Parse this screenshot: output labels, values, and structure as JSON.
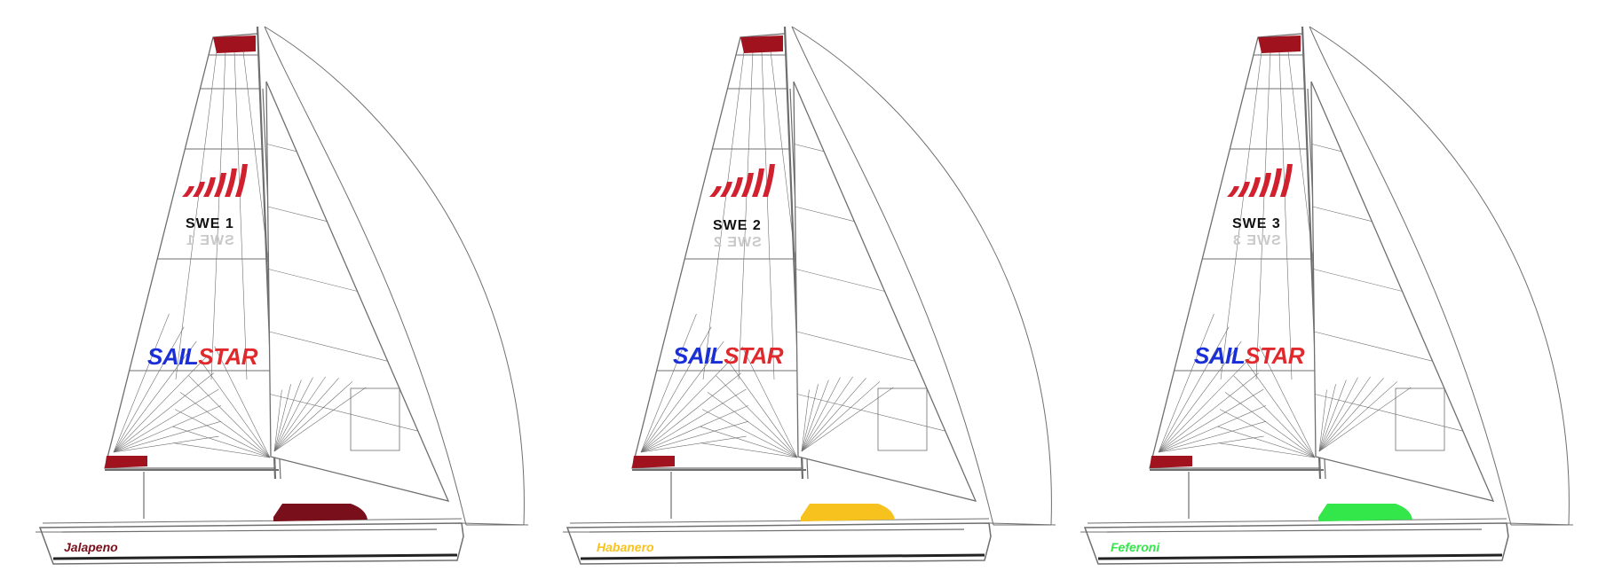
{
  "brand": {
    "part_a": "SAIL",
    "part_b": "STAR"
  },
  "boats": [
    {
      "sail_number": "SWE 1",
      "sail_number_mirror": "SWE 1",
      "name": "Jalapeno",
      "accent": "#7a0f1c"
    },
    {
      "sail_number": "SWE 2",
      "sail_number_mirror": "SWE 2",
      "name": "Habanero",
      "accent": "#f7c21e"
    },
    {
      "sail_number": "SWE 3",
      "sail_number_mirror": "SWE 3",
      "name": "Feferoni",
      "accent": "#33e64a"
    }
  ],
  "colors": {
    "logo_red": "#d1202e",
    "head_patch": "#a1121f",
    "line": "#6f6f6f"
  }
}
